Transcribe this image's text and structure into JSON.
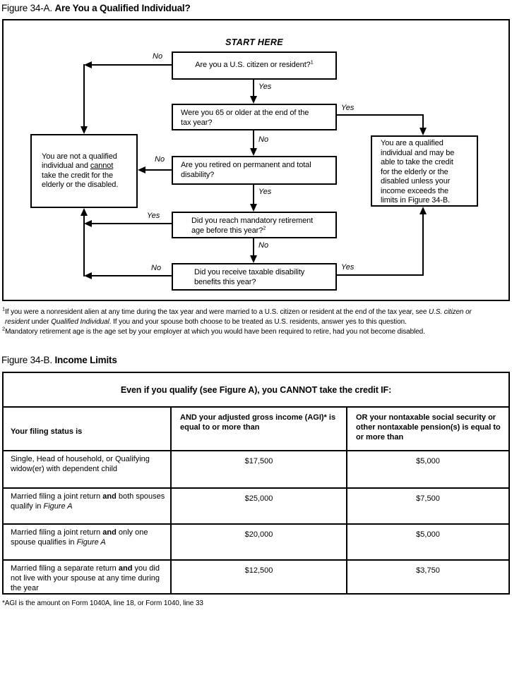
{
  "figure_a": {
    "label": "Figure 34-A.",
    "title": "Are You a Qualified Individual?",
    "start_here": "START HERE",
    "labels": {
      "no": "No",
      "yes": "Yes"
    },
    "boxes": {
      "citizen": {
        "text": "Are you a U.S. citizen or resident?",
        "sup": "1"
      },
      "age65": {
        "line1": "Were you 65 or older at the end of the",
        "line2": "tax year?"
      },
      "disability": {
        "line1": "Are you retired on permanent and total",
        "line2": "disability?"
      },
      "retirement": {
        "line1": "Did you reach mandatory retirement",
        "line2": "age before this year?",
        "sup": "2"
      },
      "benefits": {
        "line1": "Did you receive taxable disability",
        "line2": "benefits this year?"
      },
      "not_qualified": {
        "line1": "You are not a qualified",
        "line2_pre": "individual and ",
        "line2_underline": "cannot",
        "line3": "take the credit for the",
        "line4": "elderly or the disabled."
      },
      "qualified": {
        "line1": "You are a qualified",
        "line2": "individual and may be",
        "line3": "able to take the credit",
        "line4": "for the elderly or the",
        "line5": "disabled unless your",
        "line6": "income exceeds the",
        "line7": "limits in Figure 34-B."
      }
    },
    "footnotes": {
      "sup1": "1",
      "fn1_part1": "If you were a nonresident alien at any time during the tax year and were married to a U.S. citizen or resident at the end of the tax year, see ",
      "fn1_italic1": "U.S. citizen or",
      "fn1_italic2": "resident",
      "fn1_part2": " under ",
      "fn1_italic3": "Qualified Individual",
      "fn1_part3": ". If you and your spouse both choose to be treated as U.S. residents, answer yes to this question.",
      "sup2": "2",
      "fn2": "Mandatory retirement age is the age set by your employer at which you would have been required to retire, had you not become disabled."
    }
  },
  "figure_b": {
    "label": "Figure 34-B.",
    "title": "Income Limits",
    "table": {
      "banner": "Even if you qualify (see Figure A), you CANNOT take the credit IF:",
      "col1_header": "Your filing status is",
      "col2_header_1": "AND",
      "col2_header_2": "your adjusted gross income (AGI)*",
      "col2_header_3": "is equal to or more than",
      "col3_header_1": "OR",
      "col3_header_2": "your nontaxable social security",
      "col3_header_3": "or other nontaxable pension(s)",
      "col3_header_4": "is equal to or more than",
      "rows": [
        {
          "line1": "Single, Head of household, or",
          "line2": "Qualifying widow(er) with",
          "line3": "dependent child",
          "agi": "$17,500",
          "pension": "$5,000"
        },
        {
          "line1": "Married filing a joint return",
          "line2_bold": "and",
          "line2_rest": " both spouses qualify in",
          "line3_italic": "Figure A",
          "agi": "$25,000",
          "pension": "$7,500"
        },
        {
          "line1": "Married filing a joint return",
          "line2_bold": "and",
          "line2_rest": " only one spouse qualifies",
          "line3_pre": "in ",
          "line3_italic": "Figure A",
          "agi": "$20,000",
          "pension": "$5,000"
        },
        {
          "line1_pre": "Married filing a separate return ",
          "line1_bold": "and",
          "line2": "you did not live with your spouse",
          "line3": "at any time during the year",
          "agi": "$12,500",
          "pension": "$3,750"
        }
      ],
      "footnote": "*AGI is the amount on Form 1040A, line 18, or Form 1040, line 33"
    }
  }
}
